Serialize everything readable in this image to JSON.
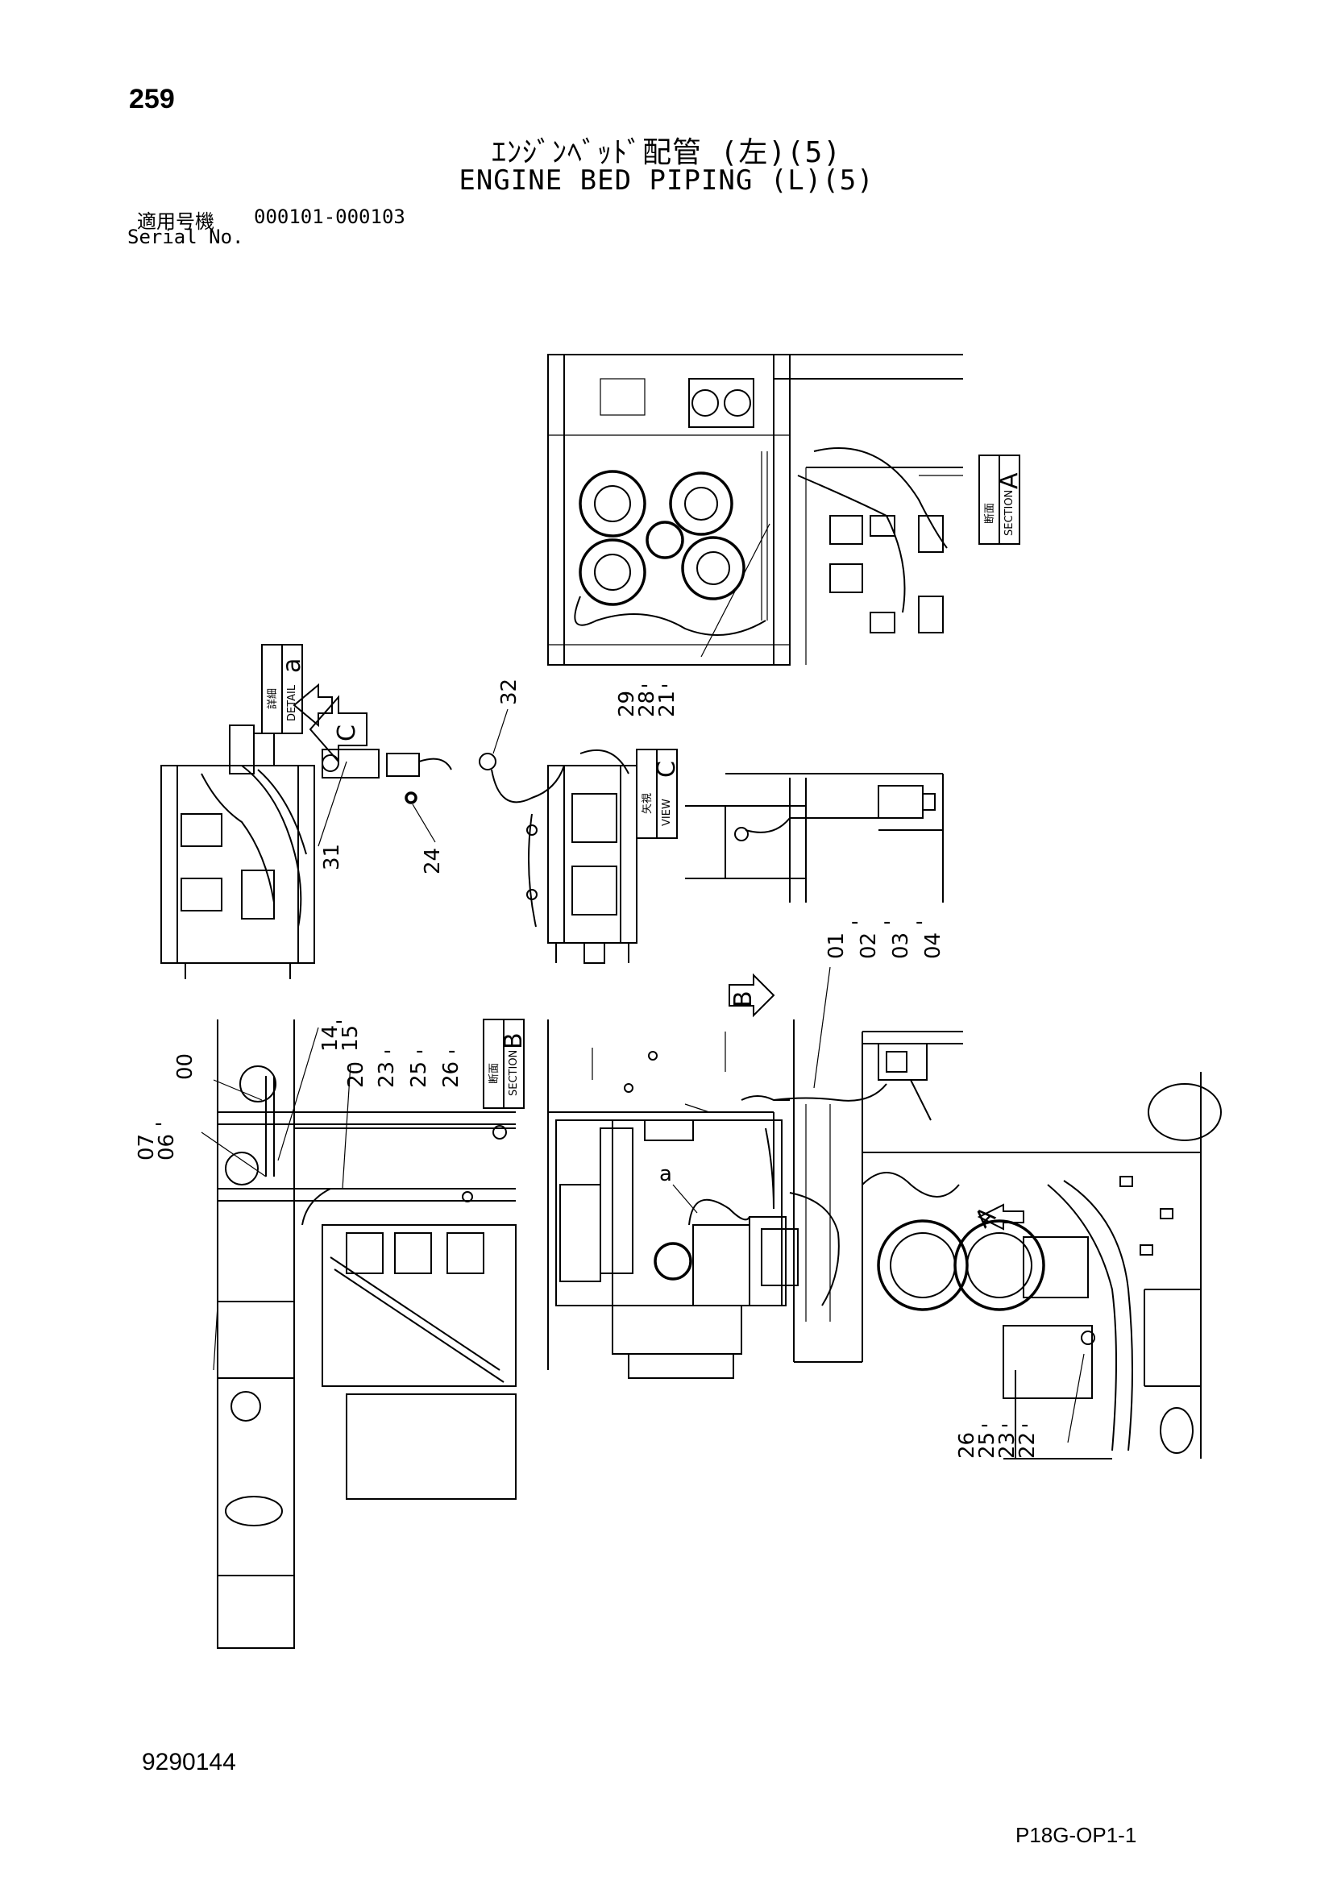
{
  "header": {
    "page_number": "259",
    "title_jp": "ｴﾝｼﾞﾝﾍﾞｯﾄﾞ配管 (左)(5)",
    "title_en": "ENGINE BED PIPING (L)(5)",
    "serial_label_jp": "適用号機",
    "serial_range": "000101-000103",
    "serial_label_en": "Serial No."
  },
  "footer": {
    "part_number": "9290144",
    "page_code": "P18G-OP1-1"
  },
  "boxes": {
    "section_a": {
      "jp": "断面",
      "en": "SECTION",
      "letter": "A"
    },
    "detail_a": {
      "jp": "詳細",
      "en": "DETAIL",
      "letter": "a"
    },
    "view_c": {
      "jp": "矢視",
      "en": "VIEW",
      "letter": "C"
    },
    "section_b": {
      "jp": "断面",
      "en": "SECTION",
      "letter": "B"
    }
  },
  "arrows": {
    "c": "C",
    "b": "B",
    "a": "A",
    "detail_pointer": "a"
  },
  "callouts": {
    "c29": "29",
    "c28": "28",
    "c21": "21",
    "c32": "32",
    "c31": "31",
    "c24": "24",
    "c01": "01",
    "c02": "02",
    "c03": "03",
    "c04": "04",
    "c00": "00",
    "c07": "07",
    "c06": "06",
    "c14": "14",
    "c15": "15",
    "c20": "20",
    "c23": "23",
    "c25": "25",
    "c26": "26",
    "c26b": "26",
    "c25b": "25",
    "c23b": "23",
    "c22": "22"
  }
}
